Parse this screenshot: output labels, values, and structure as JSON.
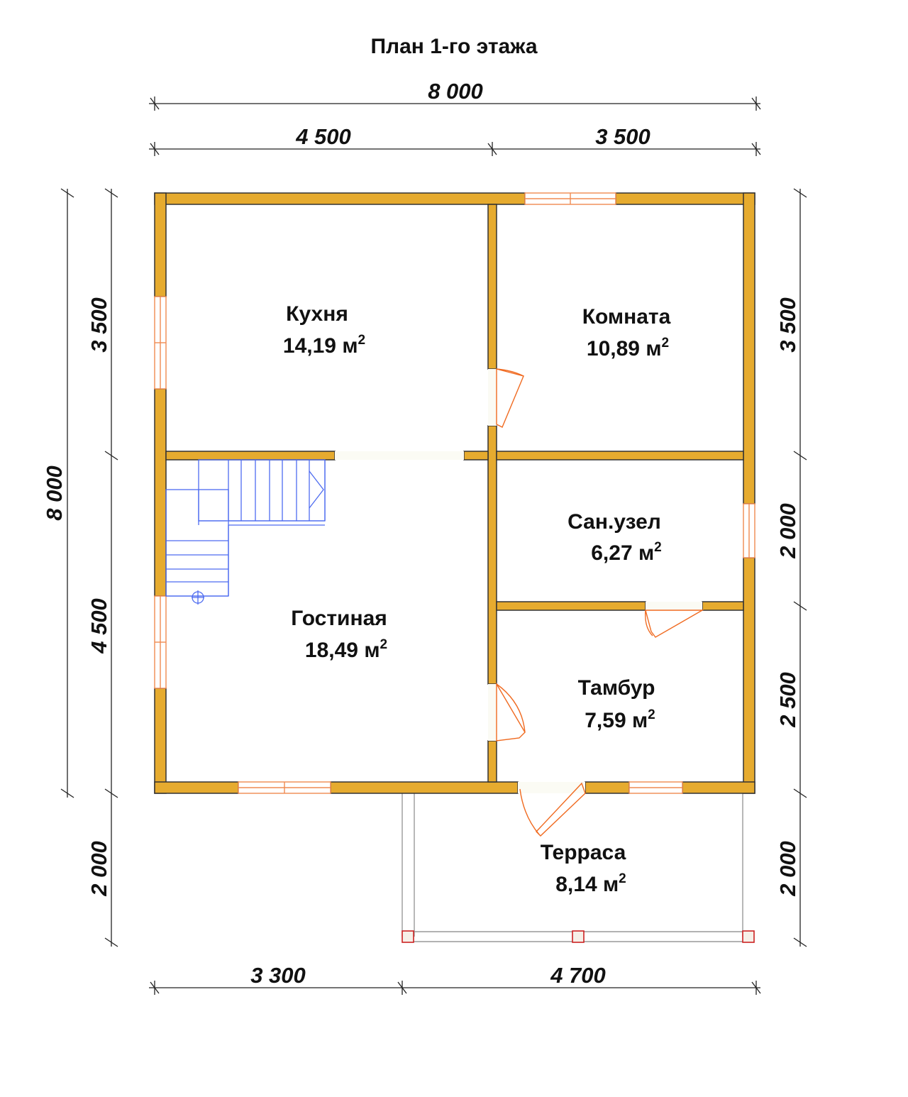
{
  "title": "План 1-го этажа",
  "dimensions": {
    "top_total": "8 000",
    "top_left": "4 500",
    "top_right": "3 500",
    "left_total": "8 000",
    "left_upper": "3 500",
    "left_lower": "4 500",
    "left_terrace": "2 000",
    "right_upper": "3 500",
    "right_mid": "2 000",
    "right_lower": "2 500",
    "right_terrace": "2 000",
    "bottom_left": "3 300",
    "bottom_right": "4 700"
  },
  "rooms": [
    {
      "name": "Кухня",
      "area": "14,19 м",
      "unit_sup": "2"
    },
    {
      "name": "Комната",
      "area": "10,89 м",
      "unit_sup": "2"
    },
    {
      "name": "Сан.узел",
      "area": "6,27 м",
      "unit_sup": "2"
    },
    {
      "name": "Гостиная",
      "area": "18,49 м",
      "unit_sup": "2"
    },
    {
      "name": "Тамбур",
      "area": "7,59 м",
      "unit_sup": "2"
    },
    {
      "name": "Терраса",
      "area": "8,14 м",
      "unit_sup": "2"
    }
  ],
  "colors": {
    "wall": "#e6ab2f",
    "window": "#f08a50",
    "door": "#f06a20",
    "stair": "#4d6bf0",
    "post": "#cc2222"
  }
}
